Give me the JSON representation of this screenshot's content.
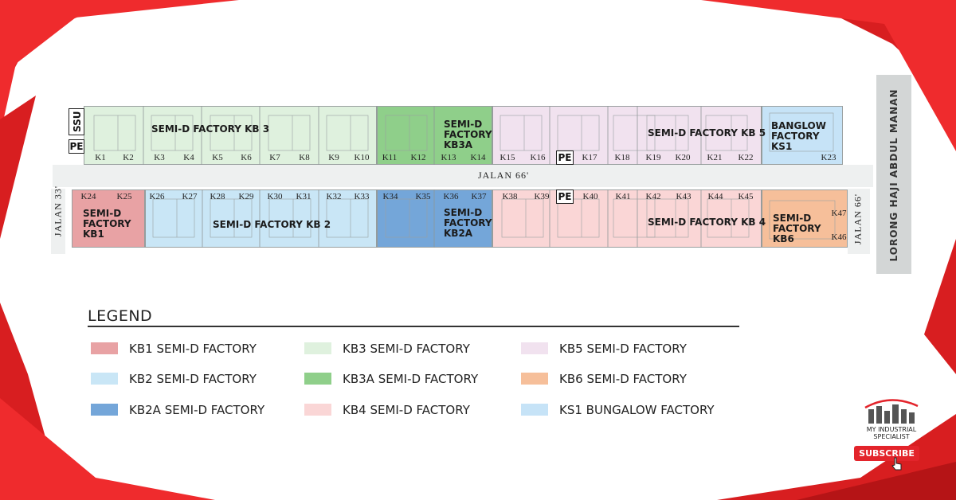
{
  "colors": {
    "KB1": "#e8a2a4",
    "KB2": "#c9e6f6",
    "KB2A": "#74a6d9",
    "KB3": "#dff1de",
    "KB3A": "#8fcf8a",
    "KB4": "#fad6d6",
    "KB5": "#f1e2ef",
    "KB6": "#f6bf9a",
    "KS1": "#c6e3f7",
    "frame_red": "#d81e20",
    "road": "#e9ecec"
  },
  "top_lots": [
    "K1",
    "K2",
    "K3",
    "K4",
    "K5",
    "K6",
    "K7",
    "K8",
    "K9",
    "K10",
    "K11",
    "K12",
    "K13",
    "K14",
    "K15",
    "K16",
    "K17",
    "K18",
    "K19",
    "K20",
    "K21",
    "K22",
    "K23"
  ],
  "bottom_lots": [
    "K24",
    "K25",
    "K26",
    "K27",
    "K28",
    "K29",
    "K30",
    "K31",
    "K32",
    "K33",
    "K34",
    "K35",
    "K36",
    "K37",
    "K38",
    "K39",
    "K40",
    "K41",
    "K42",
    "K43",
    "K44",
    "K45",
    "K46",
    "K47"
  ],
  "zone_labels": {
    "kb3": "SEMI-D FACTORY KB 3",
    "kb3a": [
      "SEMI-D",
      "FACTORY",
      "KB3A"
    ],
    "kb5": "SEMI-D FACTORY KB 5",
    "ks1": [
      "BANGLOW",
      "FACTORY",
      "KS1"
    ],
    "kb1": [
      "SEMI-D",
      "FACTORY",
      "KB1"
    ],
    "kb2": "SEMI-D FACTORY KB 2",
    "kb2a": [
      "SEMI-D",
      "FACTORY",
      "KB2A"
    ],
    "kb4": "SEMI-D FACTORY KB 4",
    "kb6": [
      "SEMI-D",
      "FACTORY",
      "KB6"
    ]
  },
  "roads": {
    "jalan_66_main": "JALAN 66'",
    "jalan_33": "JALAN 33'",
    "jalan_66_side": "JALAN 66'",
    "lorong": "LORONG HAJI ABDUL MANAN"
  },
  "markers": {
    "ssu": "SSU",
    "pe": "PE"
  },
  "legend": {
    "title": "LEGEND",
    "items": [
      {
        "key": "KB1",
        "label": "KB1 SEMI-D FACTORY"
      },
      {
        "key": "KB2",
        "label": "KB2 SEMI-D FACTORY"
      },
      {
        "key": "KB2A",
        "label": "KB2A SEMI-D FACTORY"
      },
      {
        "key": "KB3",
        "label": "KB3 SEMI-D FACTORY"
      },
      {
        "key": "KB3A",
        "label": "KB3A SEMI-D FACTORY"
      },
      {
        "key": "KB4",
        "label": "KB4 SEMI-D FACTORY"
      },
      {
        "key": "KB5",
        "label": "KB5 SEMI-D FACTORY"
      },
      {
        "key": "KB6",
        "label": "KB6 SEMI-D FACTORY"
      },
      {
        "key": "KS1",
        "label": "KS1 BUNGALOW FACTORY"
      }
    ]
  },
  "brand": {
    "line1": "MY INDUSTRIAL",
    "line2": "SPECIALIST",
    "subscribe": "SUBSCRIBE"
  }
}
